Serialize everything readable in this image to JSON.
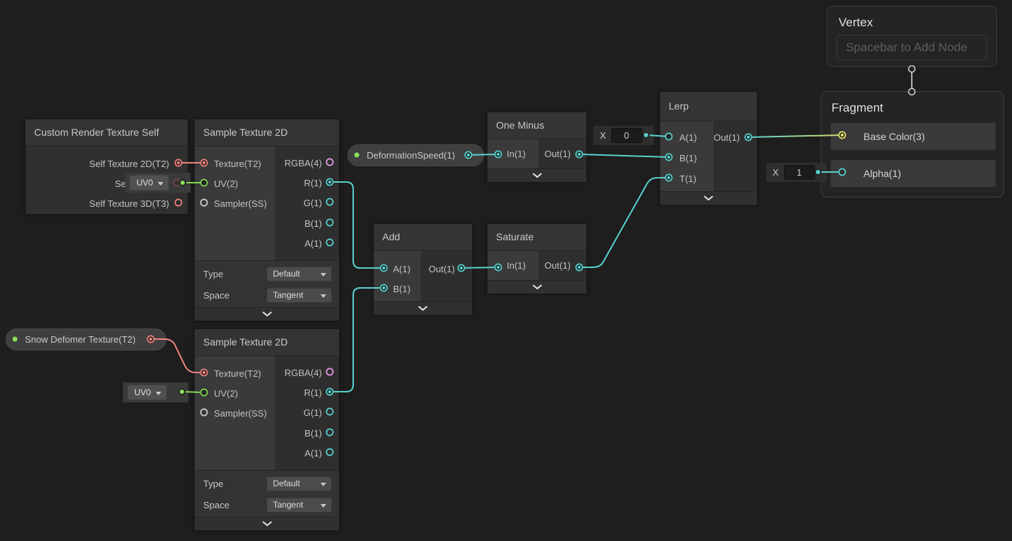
{
  "nodes": {
    "custom": {
      "title": "Custom Render Texture Self",
      "ports": {
        "tex2d": "Self Texture 2D(T2)",
        "texMid": "Self Texture (",
        "tex3d": "Self Texture 3D(T3)"
      }
    },
    "sample": {
      "title": "Sample Texture 2D",
      "inputs": {
        "texture": "Texture(T2)",
        "uv": "UV(2)",
        "sampler": "Sampler(SS)"
      },
      "outputs": {
        "rgba": "RGBA(4)",
        "r": "R(1)",
        "g": "G(1)",
        "b": "B(1)",
        "a": "A(1)"
      },
      "type_label": "Type",
      "type_value": "Default",
      "space_label": "Space",
      "space_value": "Tangent"
    },
    "one_minus": {
      "title": "One Minus",
      "in": "In(1)",
      "out": "Out(1)"
    },
    "add": {
      "title": "Add",
      "a": "A(1)",
      "b": "B(1)",
      "out": "Out(1)"
    },
    "saturate": {
      "title": "Saturate",
      "in": "In(1)",
      "out": "Out(1)"
    },
    "lerp": {
      "title": "Lerp",
      "a": "A(1)",
      "b": "B(1)",
      "t": "T(1)",
      "out": "Out(1)"
    },
    "vertex": {
      "title": "Vertex",
      "placeholder": "Spacebar to Add Node"
    },
    "fragment": {
      "title": "Fragment",
      "base_color": "Base Color(3)",
      "alpha": "Alpha(1)"
    }
  },
  "pills": {
    "deformation_speed": {
      "label": "DeformationSpeed(1)"
    },
    "snow_deformer": {
      "label": "Snow Defomer Texture(T2)"
    }
  },
  "inline": {
    "lerp_a": {
      "label": "X",
      "value": "0"
    },
    "alpha": {
      "label": "X",
      "value": "1"
    },
    "uv_channel": "UV0"
  },
  "colors": {
    "float_port": "#57d1ce",
    "vector2_port": "#7ed850",
    "vector3_port": "#e6e96c",
    "vector4_port": "#eb9ce8",
    "texture2d_port": "#ef827e",
    "sampler_port": "#d0d0d0",
    "property_dot": "#8ce05a"
  }
}
